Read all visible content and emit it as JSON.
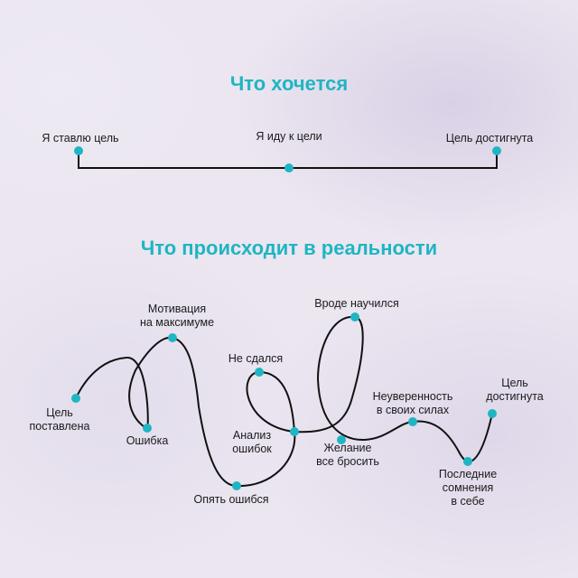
{
  "colors": {
    "accent": "#1fb5c3",
    "line": "#111111",
    "text": "#1a1a1a"
  },
  "want": {
    "title": "Что хочется",
    "labels": {
      "start": "Я ставлю цель",
      "middle": "Я иду к цели",
      "end": "Цель достигнута"
    }
  },
  "reality": {
    "title": "Что происходит в реальности",
    "labels": {
      "goal_set": [
        "Цель",
        "поставлена"
      ],
      "error": "Ошибка",
      "motivation": [
        "Мотивация",
        "на максимуме"
      ],
      "error_again": "Опять ошибся",
      "didnt_give_up": "Не сдался",
      "analysis": [
        "Анализ",
        "ошибок"
      ],
      "seems_learned": "Вроде научился",
      "give_up_desire": [
        "Желание",
        "все бросить"
      ],
      "self_doubt": [
        "Неуверенность",
        "в своих силах"
      ],
      "last_doubts": [
        "Последние",
        "сомнения",
        "в себе"
      ],
      "goal_reached": [
        "Цель",
        "достигнута"
      ]
    }
  }
}
